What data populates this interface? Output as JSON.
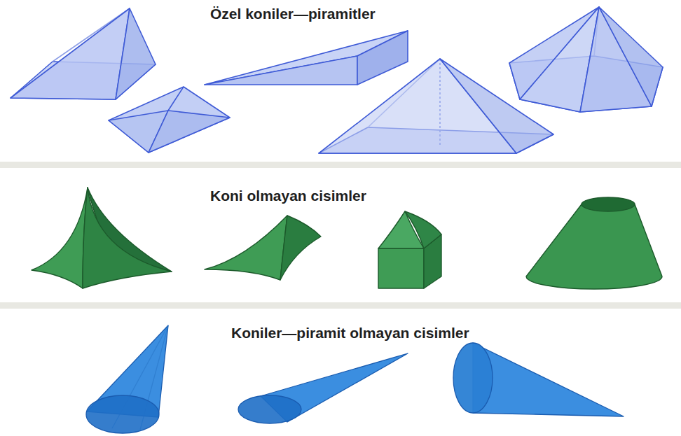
{
  "diagram": {
    "labels": [
      "Özel koniler—piramitler",
      "Koni olmayan cisimler",
      "Koniler—piramit olmayan cisimler"
    ]
  }
}
